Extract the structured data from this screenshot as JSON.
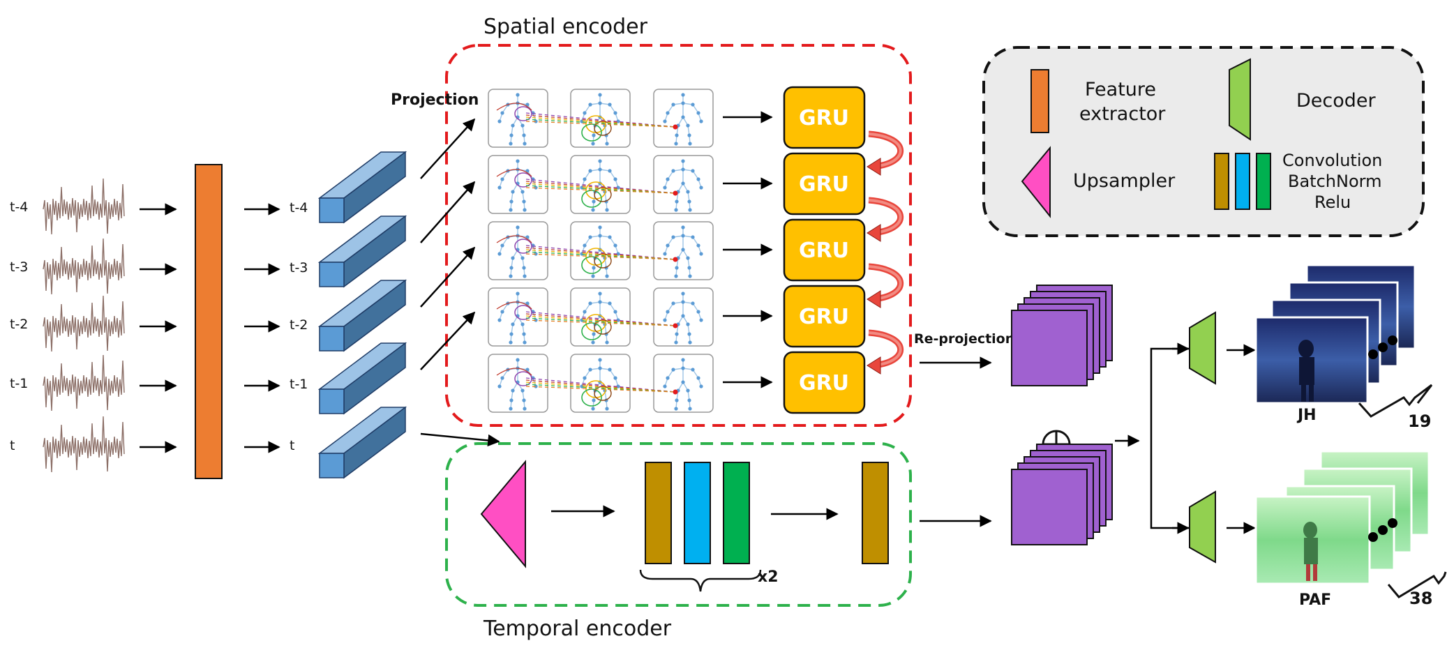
{
  "titles": {
    "spatial": "Spatial encoder",
    "temporal": "Temporal encoder"
  },
  "time_steps": [
    "t-4",
    "t-3",
    "t-2",
    "t-1",
    "t"
  ],
  "labels": {
    "projection": "Projection",
    "reprojection": "Re-projection",
    "x2": "x2",
    "jh": "JH",
    "paf": "PAF",
    "jh_count": "19",
    "paf_count": "38",
    "gru": "GRU"
  },
  "legend": {
    "feature_extractor_line1": "Feature",
    "feature_extractor_line2": "extractor",
    "decoder": "Decoder",
    "upsampler": "Upsampler",
    "conv_line1": "Convolution",
    "conv_line2": "BatchNorm",
    "conv_line3": "Relu"
  },
  "colors": {
    "feature_extractor": "#ED7D31",
    "feature_block": "#5B9BD5",
    "gru": "#FFC000",
    "upsampler": "#FF4FC3",
    "convolution": "#BF8F00",
    "batchnorm": "#00B0F0",
    "relu": "#00B050",
    "decoder": "#92D050",
    "fusion_maps": "#A061D0",
    "spatial_border": "#E31A1C",
    "temporal_border": "#2DB14B",
    "legend_bg": "#EBEBEB"
  }
}
